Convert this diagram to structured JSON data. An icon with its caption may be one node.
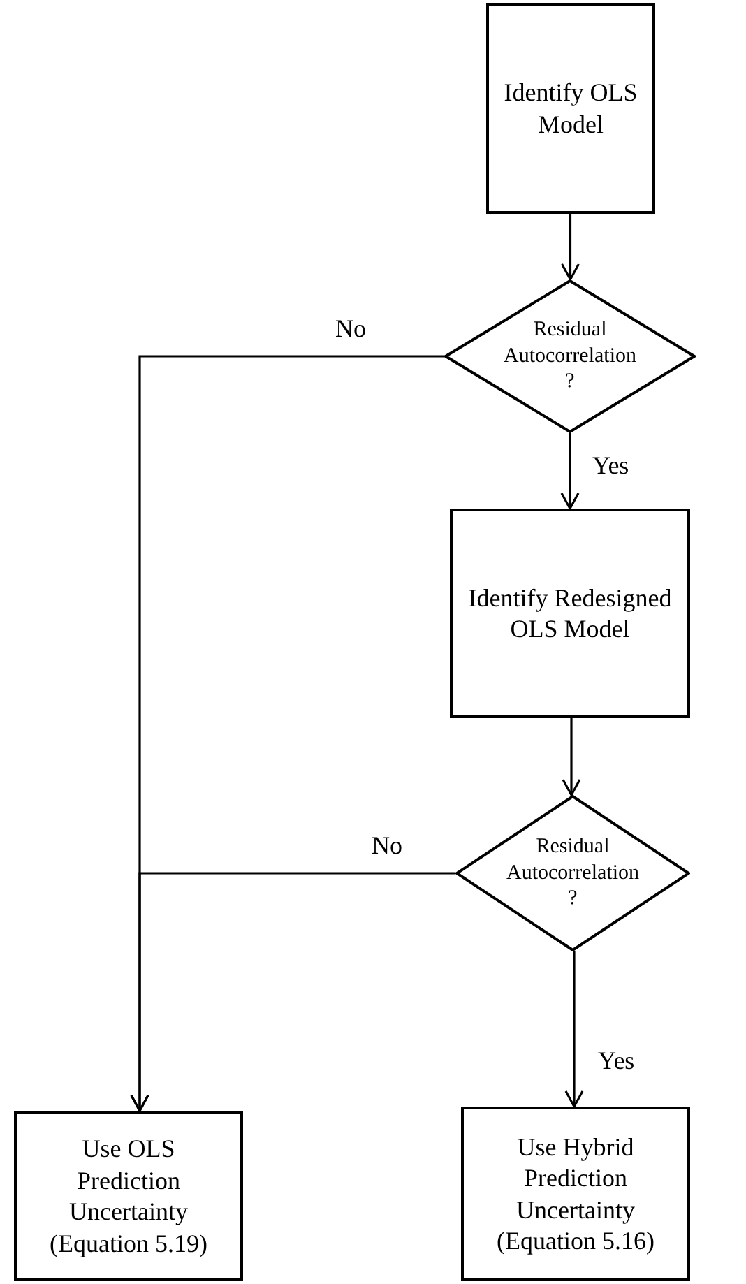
{
  "diagram": {
    "nodes": [
      {
        "text": [
          "Identify OLS Model"
        ]
      },
      {
        "text": [
          "Residual Autocorrelation ?"
        ]
      },
      {
        "text": [
          "Identify Redesigned OLS Model"
        ]
      },
      {
        "text": [
          "Residual Autocorrelation ?"
        ]
      },
      {
        "text": [
          "Use OLS Prediction Uncertainty (Equation 5.19)"
        ]
      },
      {
        "text": [
          "Use Hybrid Prediction Uncertainty (Equation 5.16)"
        ]
      }
    ],
    "edges": [
      {
        "from": 0,
        "to": 1,
        "arrow": "to"
      },
      {
        "from": 1,
        "to": 2,
        "arrow": "to",
        "label": "Yes"
      },
      {
        "from": 1,
        "to": 4,
        "arrow": "to",
        "label": "No"
      },
      {
        "from": 2,
        "to": 3,
        "arrow": "to"
      },
      {
        "from": 3,
        "to": 4,
        "arrow": "to",
        "label": "No"
      },
      {
        "from": 3,
        "to": 5,
        "arrow": "to",
        "label": "Yes"
      }
    ]
  }
}
